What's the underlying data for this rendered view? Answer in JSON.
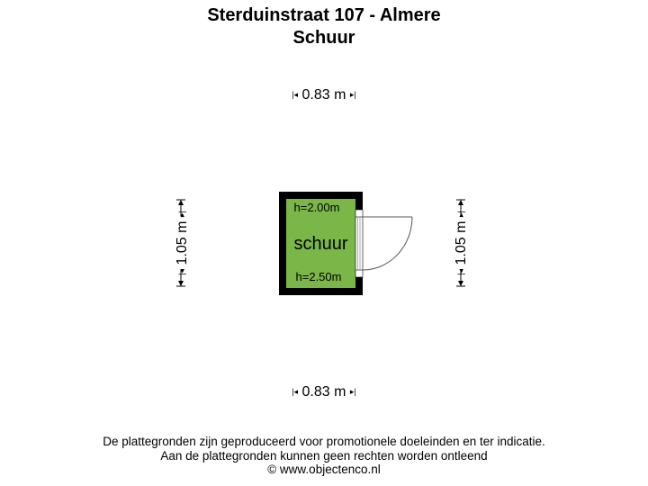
{
  "header": {
    "address": "Sterduinstraat 107 - Almere",
    "floor_name": "Schuur"
  },
  "dimensions": {
    "top_width": "0.83 m",
    "bottom_width": "0.83 m",
    "left_height": "1.05 m",
    "right_height": "1.05 m",
    "arrow_left": "⊢",
    "arrow_right": "⊣"
  },
  "room": {
    "name": "schuur",
    "height_top": "h=2.00m",
    "height_bottom": "h=2.50m",
    "fill_color": "#7AB648",
    "wall_color": "#000000"
  },
  "footer": {
    "line1": "De plattegronden zijn geproduceerd voor promotionele doeleinden en ter indicatie.",
    "line2": "Aan de plattegronden kunnen geen rechten worden ontleend",
    "line3": "© www.objectenco.nl"
  }
}
